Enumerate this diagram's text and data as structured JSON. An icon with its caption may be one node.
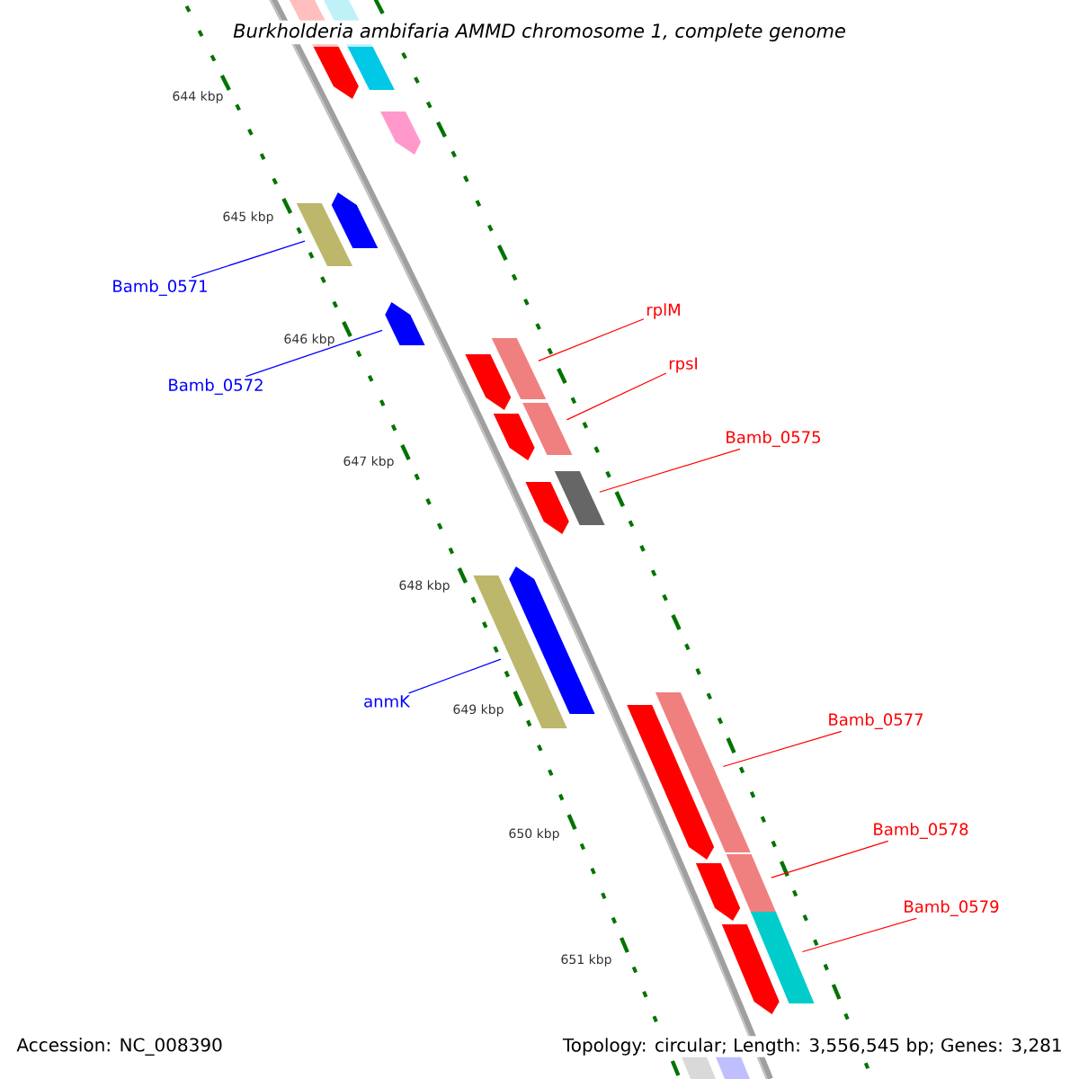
{
  "diagram": {
    "title": "Burkholderia ambifaria AMMD chromosome 1, complete genome",
    "nodes": [
      {
        "text": [
          "Bamb_0571"
        ]
      },
      {
        "text": [],
        "shape": "bar"
      },
      {
        "text": [
          "Bamb_0572"
        ]
      },
      {
        "text": [],
        "shape": "bar"
      },
      {
        "text": [
          "rplM"
        ]
      },
      {
        "text": [],
        "shape": "bar"
      },
      {
        "text": [
          "rpsI"
        ]
      },
      {
        "text": [],
        "shape": "bar"
      },
      {
        "text": [
          "Bamb_0575"
        ]
      },
      {
        "text": [],
        "shape": "bar"
      },
      {
        "text": [
          "anmK"
        ]
      },
      {
        "text": [],
        "shape": "bar"
      },
      {
        "text": [
          "Bamb_0577"
        ]
      },
      {
        "text": [],
        "shape": "bar"
      },
      {
        "text": [
          "Bamb_0578"
        ]
      },
      {
        "text": [],
        "shape": "bar"
      },
      {
        "text": [
          "Bamb_0579"
        ]
      },
      {
        "text": [],
        "shape": "bar"
      },
      {
        "text": [],
        "shape": "bar"
      },
      {
        "text": [],
        "shape": "bar"
      },
      {
        "text": [],
        "shape": "bar"
      },
      {
        "text": [],
        "shape": "bar"
      },
      {
        "text": [],
        "shape": "bar"
      },
      {
        "text": [],
        "shape": "bar"
      },
      {
        "text": [],
        "shape": "bar"
      },
      {
        "text": [],
        "shape": "bar"
      },
      {
        "text": [],
        "shape": "bar"
      },
      {
        "text": [],
        "shape": "bar"
      },
      {
        "text": [],
        "shape": "bar"
      },
      {
        "text": [],
        "shape": "bar"
      },
      {
        "text": [],
        "shape": "bar"
      },
      {
        "text": [],
        "shape": "bar"
      },
      {
        "text": [],
        "shape": "bar"
      }
    ],
    "edges": [
      {
        "from": 0,
        "to": 1,
        "arrow": "none",
        "color": "#0000ff"
      },
      {
        "from": 2,
        "to": 3,
        "arrow": "none",
        "color": "#0000ff"
      },
      {
        "from": 4,
        "to": 5,
        "arrow": "none"
      },
      {
        "from": 6,
        "to": 7,
        "arrow": "none"
      },
      {
        "from": 8,
        "to": 9,
        "arrow": "none"
      },
      {
        "from": 10,
        "to": 11,
        "arrow": "none",
        "color": "#0000ff"
      },
      {
        "from": 12,
        "to": 13,
        "arrow": "none"
      },
      {
        "from": 14,
        "to": 15,
        "arrow": "none"
      },
      {
        "from": 16,
        "to": 17,
        "arrow": "none"
      }
    ],
    "labels": [
      "644 kbp",
      "645 kbp",
      "646 kbp",
      "647 kbp",
      "648 kbp",
      "649 kbp",
      "650 kbp",
      "651 kbp",
      "Accession: NC_008390",
      "Topology: circular; Length: 3,556,545 bp; Genes: 3,281"
    ]
  }
}
